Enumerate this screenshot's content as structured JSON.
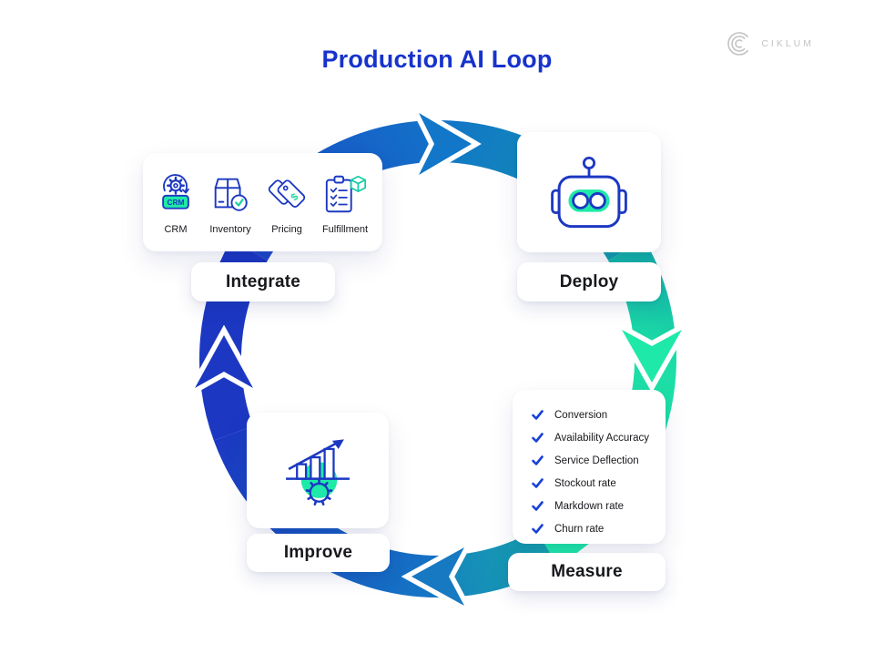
{
  "title": "Production AI Loop",
  "logo": {
    "brand": "CIKLUM",
    "icon": "ciklum-arcs-icon"
  },
  "palette": {
    "title_blue": "#1733CB",
    "dark_blue": "#1C38C2",
    "mid_blue": "#1277C8",
    "teal": "#12A3A8",
    "mint": "#1FE9A8",
    "check_blue": "#1741D8",
    "text_dark": "#17181C",
    "logo_gray": "#C3C3C3"
  },
  "stages": [
    {
      "id": "integrate",
      "label": "Integrate",
      "integrations": [
        {
          "label": "CRM",
          "icon": "crm-gear-icon"
        },
        {
          "label": "Inventory",
          "icon": "inventory-box-icon"
        },
        {
          "label": "Pricing",
          "icon": "price-tags-icon"
        },
        {
          "label": "Fulfillment",
          "icon": "fulfillment-clipboard-icon"
        }
      ]
    },
    {
      "id": "deploy",
      "label": "Deploy",
      "icon": "robot-icon"
    },
    {
      "id": "measure",
      "label": "Measure",
      "metrics": [
        "Conversion",
        "Availability Accuracy",
        "Service Deflection",
        "Stockout rate",
        "Markdown rate",
        "Churn rate"
      ]
    },
    {
      "id": "improve",
      "label": "Improve",
      "icon": "growth-chart-gear-icon"
    }
  ]
}
